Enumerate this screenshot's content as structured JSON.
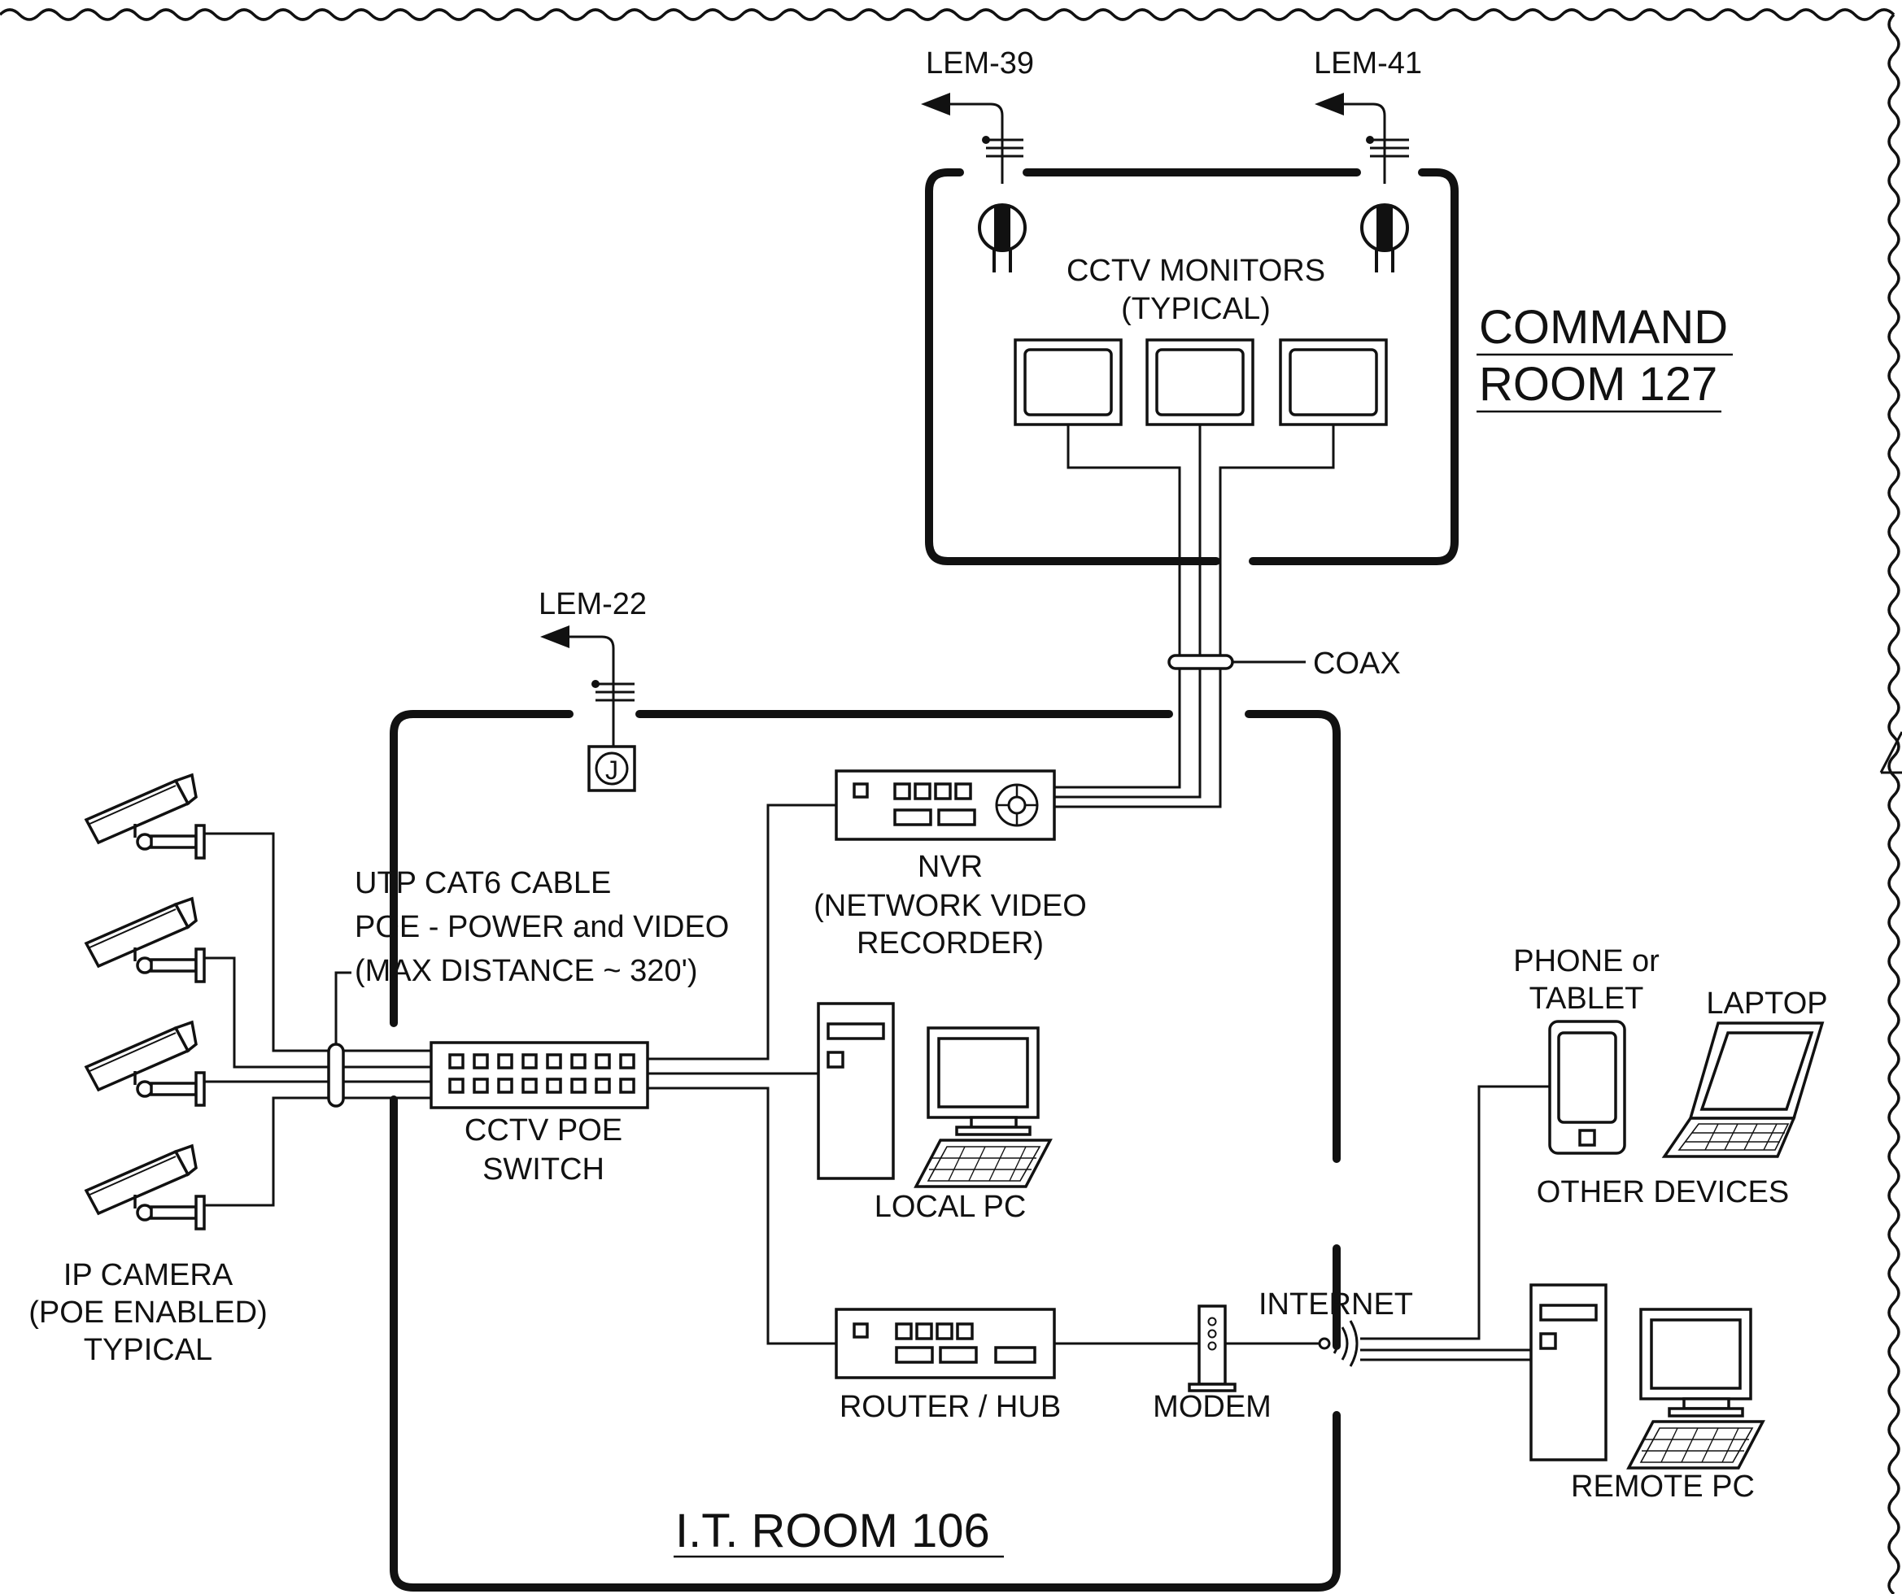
{
  "rooms": {
    "command": {
      "line1": "COMMAND",
      "line2": "ROOM 127"
    },
    "it": {
      "title": "I.T. ROOM 106"
    }
  },
  "references": {
    "lem39": "LEM-39",
    "lem41": "LEM-41",
    "lem22": "LEM-22"
  },
  "labels": {
    "monitors_1": "CCTV MONITORS",
    "monitors_2": "(TYPICAL)",
    "coax": "COAX",
    "cable_1": "UTP CAT6 CABLE",
    "cable_2": "POE - POWER and VIDEO",
    "cable_3": "(MAX DISTANCE ~ 320')",
    "nvr_1": "NVR",
    "nvr_2": "(NETWORK VIDEO",
    "nvr_3": "RECORDER)",
    "switch_1": "CCTV POE",
    "switch_2": "SWITCH",
    "local_pc": "LOCAL PC",
    "router": "ROUTER / HUB",
    "modem": "MODEM",
    "internet": "INTERNET",
    "phone_1": "PHONE or",
    "phone_2": "TABLET",
    "laptop": "LAPTOP",
    "other_devices": "OTHER DEVICES",
    "remote_pc": "REMOTE PC",
    "camera_1": "IP CAMERA",
    "camera_2": "(POE ENABLED)",
    "camera_3": "TYPICAL",
    "junction": "J"
  }
}
